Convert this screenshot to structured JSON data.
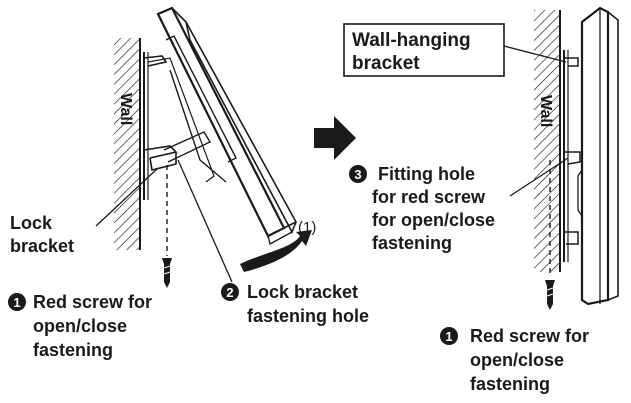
{
  "left": {
    "wall_label": "Wall",
    "lock_bracket_label": [
      "Lock",
      "bracket"
    ],
    "step1": {
      "num": "1",
      "lines": [
        "Red screw for",
        "open/close",
        "fastening"
      ]
    },
    "step2": {
      "num": "2",
      "lines": [
        "Lock bracket",
        "fastening hole"
      ]
    },
    "motion_label": "(1)"
  },
  "right": {
    "wall_label": "Wall",
    "bracket_box_lines": [
      "Wall-hanging",
      "bracket"
    ],
    "step3": {
      "num": "3",
      "lines": [
        "Fitting hole",
        "for red screw",
        "for open/close",
        "fastening"
      ]
    },
    "step1": {
      "num": "1",
      "lines": [
        "Red screw for",
        "open/close",
        "fastening"
      ]
    }
  }
}
